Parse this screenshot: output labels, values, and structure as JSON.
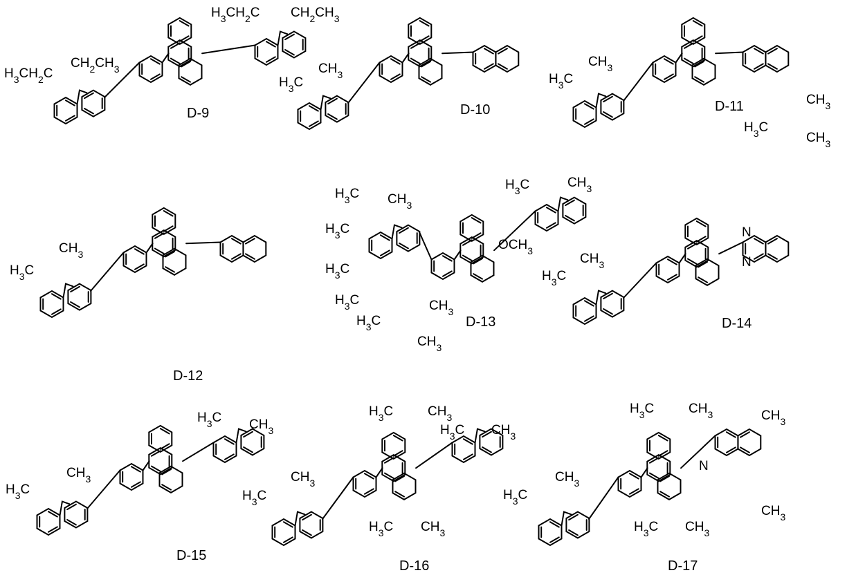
{
  "compounds": [
    {
      "label": "D-9",
      "groups": [
        "H3CH2C",
        "CH2CH3",
        "H3CH2C",
        "CH2CH3"
      ]
    },
    {
      "label": "D-10",
      "groups": [
        "H3C",
        "CH3"
      ]
    },
    {
      "label": "D-11",
      "groups": [
        "H3C",
        "CH3",
        "CH3",
        "H3C",
        "CH3"
      ]
    },
    {
      "label": "D-12",
      "groups": [
        "H3C",
        "CH3"
      ]
    },
    {
      "label": "D-13",
      "groups": [
        "H3C",
        "CH3",
        "H3C",
        "H3C",
        "H3C",
        "H3C",
        "CH3",
        "CH3",
        "H3C",
        "CH3",
        "OCH3"
      ]
    },
    {
      "label": "D-14",
      "groups": [
        "H3C",
        "CH3",
        "N",
        "N"
      ]
    },
    {
      "label": "D-15",
      "groups": [
        "H3C",
        "CH3",
        "H3C",
        "CH3"
      ]
    },
    {
      "label": "D-16",
      "groups": [
        "H3C",
        "CH3",
        "H3C",
        "CH3",
        "H3C",
        "CH3",
        "H3C",
        "CH3"
      ]
    },
    {
      "label": "D-17",
      "groups": [
        "H3C",
        "CH3",
        "H3C",
        "CH3",
        "H3C",
        "CH3",
        "N",
        "CH3",
        "CH3"
      ]
    }
  ]
}
